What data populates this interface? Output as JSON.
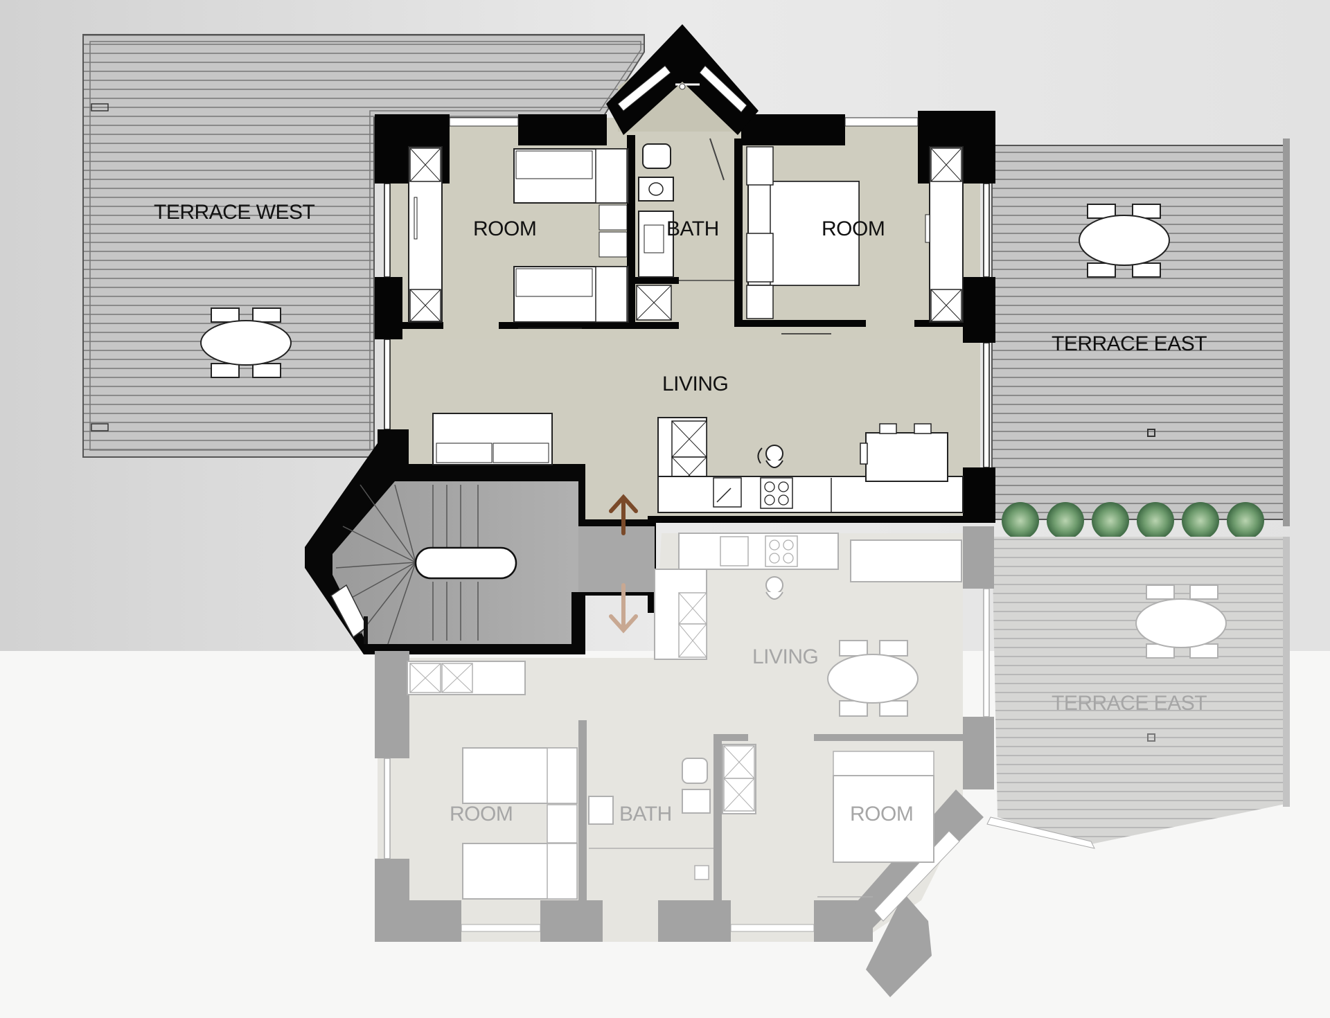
{
  "labels": {
    "terrace_west": "TERRACE WEST",
    "terrace_east_upper": "TERRACE EAST",
    "terrace_east_lower": "TERRACE EAST",
    "room_upper_left": "ROOM",
    "bath_upper": "BATH",
    "room_upper_right": "ROOM",
    "living_upper": "LIVING",
    "living_lower": "LIVING",
    "room_lower_left": "ROOM",
    "bath_lower": "BATH",
    "room_lower_right": "ROOM"
  },
  "colors": {
    "wall": "#000000",
    "floor_upper": "#c9c7b6",
    "floor_living_upper": "#cccabc",
    "deck": "#c5c5c5",
    "wall_lower": "#9c9c9c",
    "floor_lower": "#e4e3de",
    "up_arrow": "#7a4a2a",
    "down_arrow": "#c8a892"
  },
  "icons": {
    "up": "arrow-up-icon",
    "down": "arrow-down-icon",
    "plant": "shrub-icon",
    "person": "person-icon"
  }
}
